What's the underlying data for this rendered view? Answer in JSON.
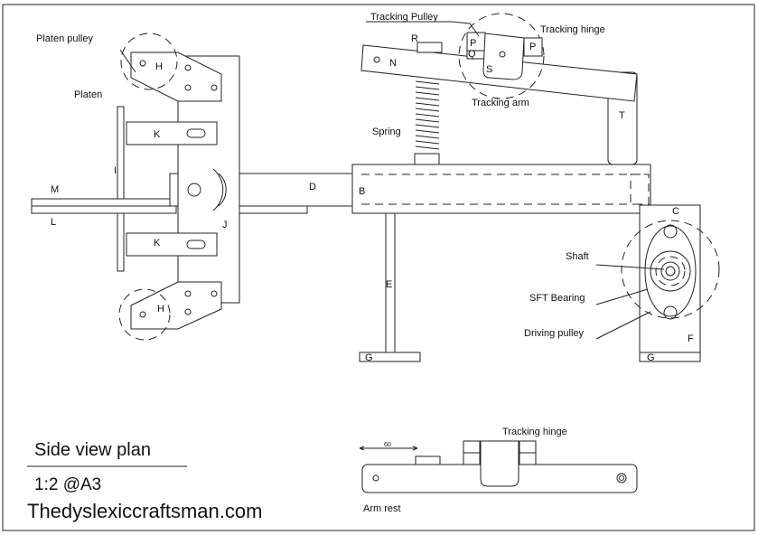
{
  "title": {
    "plan": "Side view plan",
    "scale": "1:2 @A3",
    "site": "Thedyslexiccraftsman.com"
  },
  "labels": {
    "platen_pulley": "Platen pulley",
    "platen": "Platen",
    "h_top": "H",
    "h_bottom": "H",
    "k_top": "K",
    "k_bottom": "K",
    "i": "I",
    "m": "M",
    "l": "L",
    "j": "J",
    "d": "D",
    "b": "B",
    "e": "E",
    "g_left": "G",
    "g_right": "G",
    "c": "C",
    "f": "F",
    "shaft": "Shaft",
    "sft_bearing": "SFT Bearing",
    "driving_pulley": "Driving pulley",
    "tracking_pulley": "Tracking Pulley",
    "tracking_hinge": "Tracking hinge",
    "r": "R",
    "n": "N",
    "p_left": "P",
    "p_right": "P",
    "q": "Q",
    "s": "S",
    "tracking_arm": "Tracking arm",
    "t": "T",
    "spring": "Spring"
  },
  "detail": {
    "tracking_hinge": "Tracking hinge",
    "dimension": "60",
    "arm_rest": "Arm rest"
  }
}
